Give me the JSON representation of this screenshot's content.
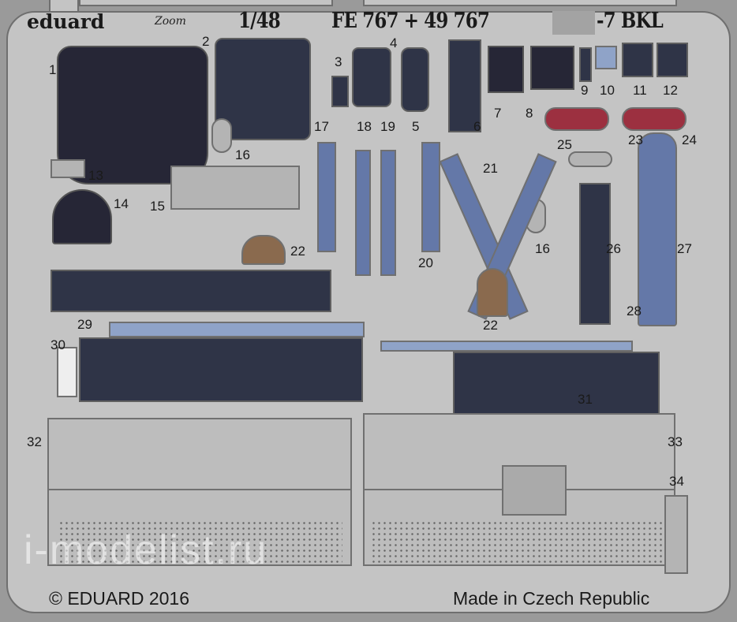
{
  "header": {
    "brand": "eduard",
    "zoom_mark": "Zoom",
    "scale": "1/48",
    "product": "FE 767 + 49 767",
    "suffix": "-7 BKL"
  },
  "footer": {
    "copyright": "© EDUARD 2016",
    "origin": "Made in Czech Republic"
  },
  "watermark": "i-modelist.ru",
  "part_numbers": [
    "1",
    "2",
    "3",
    "4",
    "5",
    "6",
    "7",
    "8",
    "9",
    "10",
    "11",
    "12",
    "13",
    "14",
    "15",
    "16",
    "16",
    "17",
    "18",
    "19",
    "20",
    "21",
    "22",
    "22",
    "23",
    "24",
    "25",
    "26",
    "27",
    "28",
    "29",
    "30",
    "31",
    "32",
    "33",
    "34"
  ],
  "colors": {
    "fret": "#c4c4c4",
    "panel": "#2f3447",
    "belt": "#6478a8",
    "cushion": "#8a6a4e",
    "red": "#9c3040"
  }
}
